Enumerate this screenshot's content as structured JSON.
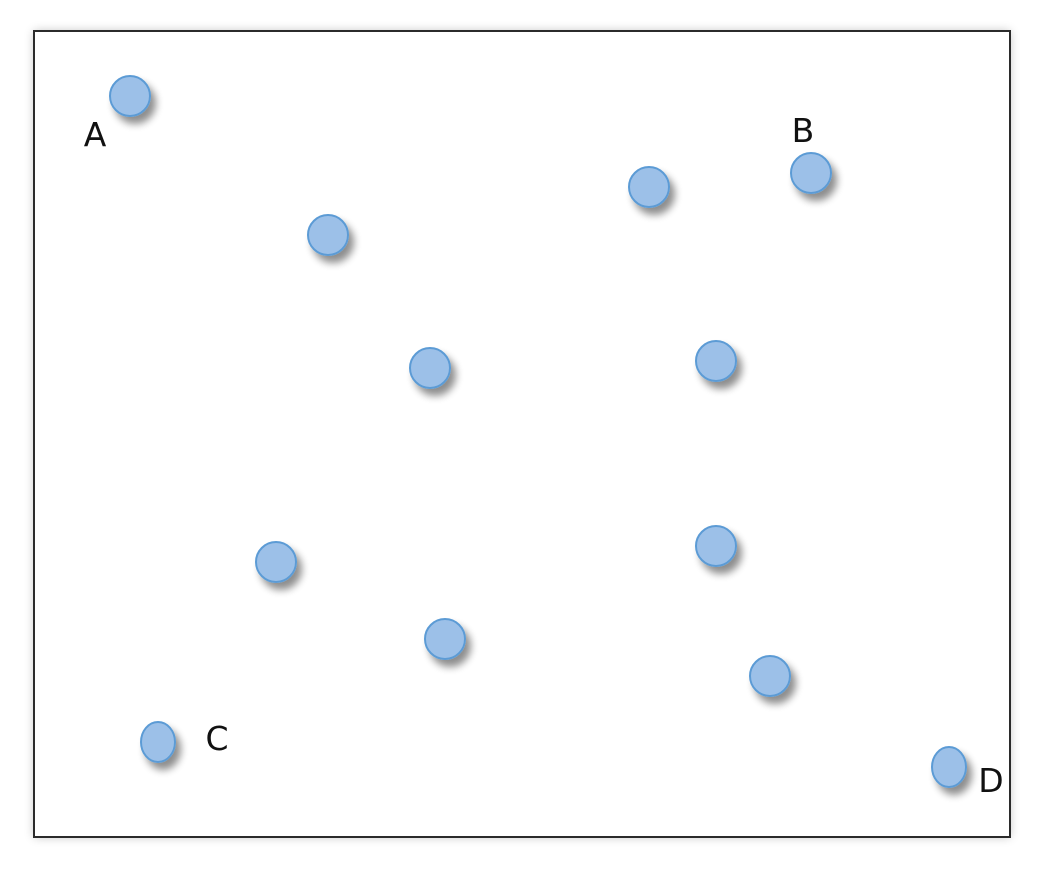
{
  "diagram": {
    "frame_stroke": "#2b2b2b",
    "dot_fill": "#9cc0e8",
    "dot_stroke": "#5b9bd5",
    "label_color": "#111111",
    "points": [
      {
        "label": "A"
      },
      {
        "label": "B"
      },
      {
        "label": ""
      },
      {
        "label": ""
      },
      {
        "label": ""
      },
      {
        "label": ""
      },
      {
        "label": ""
      },
      {
        "label": ""
      },
      {
        "label": ""
      },
      {
        "label": ""
      },
      {
        "label": "C"
      },
      {
        "label": "D"
      }
    ]
  }
}
